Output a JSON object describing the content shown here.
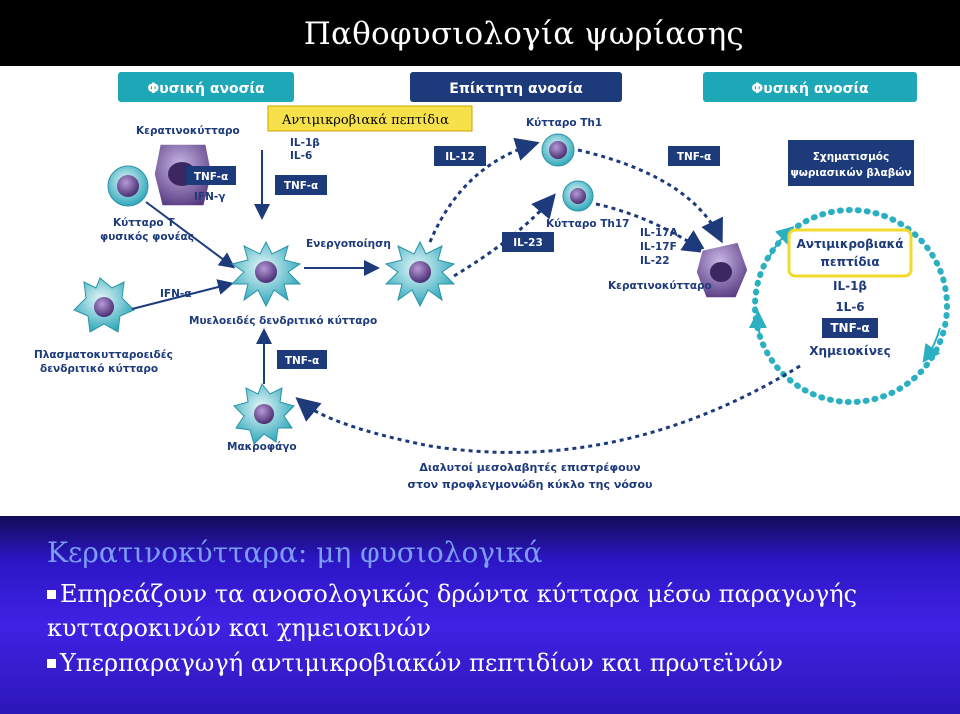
{
  "slide": {
    "title": "Παθοφυσιολογία ψωρίασης",
    "heading": "Κερατινοκύτταρα: μη φυσιολογικά",
    "bullet1_line1": "Επηρεάζουν τα ανοσολογικώς δρώντα κύτταρα μέσω παραγωγής",
    "bullet1_line2": "κυτταροκινών και χημειοκινών",
    "bullet2": "Υπερπαραγωγή αντιμικροβιακών πεπτιδίων και πρωτεϊνών"
  },
  "diagram": {
    "banners": {
      "innate_left": "Φυσική ανοσία",
      "adaptive": "Επίκτητη ανοσία",
      "innate_right": "Φυσική ανοσία"
    },
    "overlay_label": "Αντιμικροβιακά πεπτίδια",
    "cells": {
      "keratinocyte_top": "Κερατινοκύτταρο",
      "nkt_line1": "Κύτταρο Τ",
      "nkt_line2": "φυσικός φονέας",
      "pdc_line1": "Πλασματοκυτταροειδές",
      "pdc_line2": "δενδριτικό κύτταρο",
      "mdc": "Μυελοειδές δενδριτικό κύτταρο",
      "macrophage": "Μακροφάγο",
      "th1": "Κύτταρο Th1",
      "th17": "Κύτταρο Th17",
      "keratinocyte_right": "Κερατινοκύτταρο"
    },
    "cytokines": {
      "il1b": "IL-1β",
      "il6": "IL-6",
      "tnf_left": "TNF-α",
      "tnf_box": "TNF-α",
      "ifn_gamma": "IFN-γ",
      "ifn_alpha": "IFN-α",
      "tnf_macrophage": "TNF-α",
      "il12": "IL-12",
      "il23": "IL-23",
      "tnf_th1": "TNF-α",
      "il17a": "IL-17A",
      "il17f": "IL-17F",
      "il22": "IL-22"
    },
    "activation": "Ενεργοποίηση",
    "lesion_line1": "Σχηματισμός",
    "lesion_line2": "ψωριασικών βλαβών",
    "circle": {
      "amp_line1": "Αντιμικροβιακά",
      "amp_line2": "πεπτίδια",
      "il1b": "IL-1β",
      "il6": "1L-6",
      "tnf": "TNF-α",
      "chemokines": "Χημειοκίνες"
    },
    "footer_line1": "Διαλυτοί μεσολαβητές επιστρέφουν",
    "footer_line2": "στον προφλεγμονώδη κύκλο της νόσου"
  },
  "colors": {
    "banner_teal": "#1ea7b7",
    "banner_dark": "#1d3a7a",
    "label_navy": "#1d3a7a",
    "highlight_yellow": "#f7e14a",
    "cell_purple": "#5d3f86",
    "cell_cyan": "#33b4c4"
  }
}
